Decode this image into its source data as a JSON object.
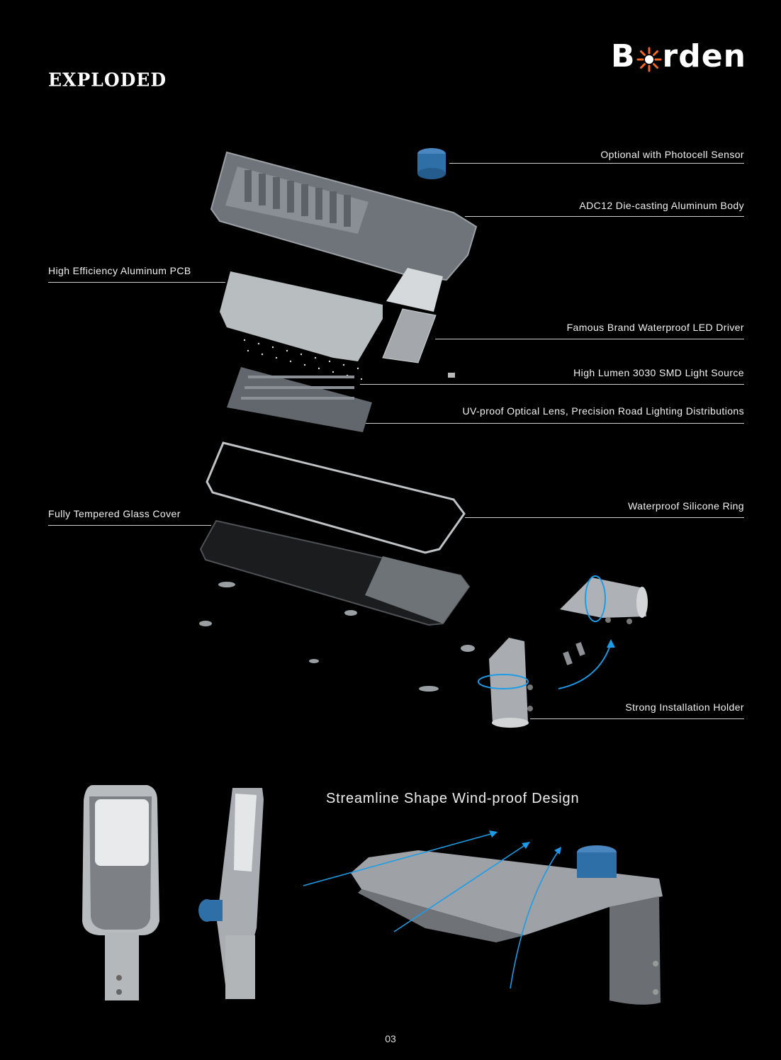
{
  "header": {
    "title": "EXPLODED",
    "brand": {
      "before": "B",
      "after": "rden",
      "accent": "#f26522"
    }
  },
  "callouts": {
    "photocell": "Optional with Photocell Sensor",
    "body": "ADC12 Die-casting Aluminum Body",
    "pcb": "High Efficiency Aluminum PCB",
    "driver": "Famous Brand Waterproof LED Driver",
    "light_source": "High Lumen 3030 SMD Light Source",
    "lens": "UV-proof Optical Lens, Precision Road Lighting Distributions",
    "glass": "Fully Tempered Glass Cover",
    "ring": "Waterproof Silicone Ring",
    "holder": "Strong Installation Holder"
  },
  "bottom": {
    "subtitle": "Streamline Shape Wind-proof Design"
  },
  "footer": {
    "page_number": "03"
  },
  "colors": {
    "background": "#000000",
    "arrow": "#1e9be6",
    "sensor": "#2e6fa8",
    "housing": "#8a8f96"
  }
}
